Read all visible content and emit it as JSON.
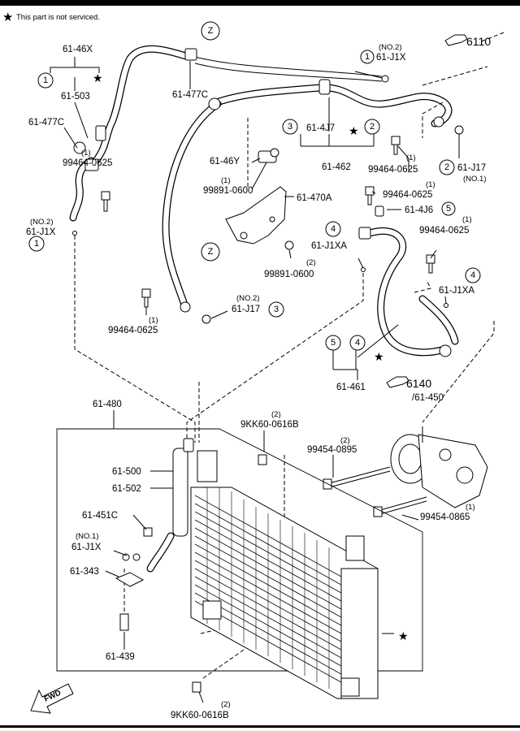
{
  "header": {
    "note": "This part is not serviced.",
    "star_icon": "black-star"
  },
  "callouts": {
    "ref_6110": "6110",
    "ref_6140": "6140",
    "ref_6140_sub": "/61-450"
  },
  "parts": {
    "p_61_46X": "61-46X",
    "p_61_503": "61-503",
    "p_61_477C_a": "61-477C",
    "p_61_477C_b": "61-477C",
    "p_99464_a_qty": "(1)",
    "p_99464_a": "99464-0625",
    "p_no2_a": "(NO.2)",
    "p_61_J1X_a": "61-J1X",
    "p_no2_b": "(NO.2)",
    "p_61_J1X_b": "61-J1X",
    "p_61_4J7": "61-4J7",
    "p_61_462": "61-462",
    "p_99464_b_qty": "(1)",
    "p_99464_b": "99464-0625",
    "p_61_J17_a": "61-J17",
    "p_no1_a": "(NO.1)",
    "p_61_46Y": "61-46Y",
    "p_99891_a_qty": "(1)",
    "p_99891_a": "99891-0600",
    "p_61_470A": "61-470A",
    "p_99464_c_qty": "(1)",
    "p_99464_c": "99464-0625",
    "p_61_4J6": "61-4J6",
    "p_61_J1XA_a": "61-J1XA",
    "p_99891_b_qty": "(2)",
    "p_99891_b": "99891-0600",
    "p_99464_d_qty": "(1)",
    "p_99464_d": "99464-0625",
    "p_61_J1XA_b": "61-J1XA",
    "p_no2_c": "(NO.2)",
    "p_61_J17_b": "61-J17",
    "p_99464_e_qty": "(1)",
    "p_99464_e": "99464-0625",
    "p_61_461": "61-461",
    "p_61_480": "61-480",
    "p_9KK60_a_qty": "(2)",
    "p_9KK60_a": "9KK60-0616B",
    "p_99454_a_qty": "(2)",
    "p_99454_a": "99454-0895",
    "p_61_500": "61-500",
    "p_61_502": "61-502",
    "p_61_451C": "61-451C",
    "p_no1_b": "(NO.1)",
    "p_61_J1X_c": "61-J1X",
    "p_61_343": "61-343",
    "p_61_439": "61-439",
    "p_99454_b_qty": "(1)",
    "p_99454_b": "99454-0865",
    "p_9KK60_b_qty": "(2)",
    "p_9KK60_b": "9KK60-0616B",
    "fwd": "FWD"
  },
  "circle_numbers": {
    "c1a": "1",
    "c1b": "1",
    "c1c": "1",
    "c2a": "2",
    "c2b": "2",
    "c3a": "3",
    "c3b": "3",
    "c4a": "4",
    "c4b": "4",
    "c4c": "4",
    "c5a": "5",
    "c5b": "5",
    "za": "Z",
    "zb": "Z"
  }
}
